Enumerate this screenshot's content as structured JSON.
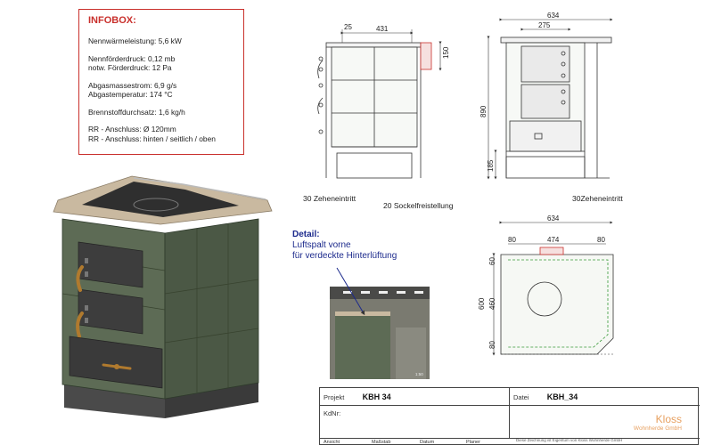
{
  "infobox": {
    "title": "INFOBOX:",
    "lines": [
      "Nennwärmeleistung: 5,6 kW",
      "",
      "Nennförderdruck: 0,12 mb",
      "notw. Förderdruck: 12 Pa",
      "",
      "Abgasmassestrom: 6,9 g/s",
      "Abgastemperatur: 174 °C",
      "",
      "Brennstoffdurchsatz: 1,6 kg/h",
      "",
      "RR - Anschluss: Ø 120mm",
      "RR - Anschluss: hinten / seitlich / oben"
    ]
  },
  "dimensions": {
    "front_top_25": "25",
    "front_top_431": "431",
    "front_side_150": "150",
    "side_634": "634",
    "side_275": "275",
    "side_890": "890",
    "side_185": "185",
    "plan_634": "634",
    "plan_80_left": "80",
    "plan_474": "474",
    "plan_80_right": "80",
    "plan_600": "600",
    "plan_60_top": "60",
    "plan_460": "460",
    "plan_80_bottom": "80"
  },
  "labels": {
    "front_bottom_left": "30 Zeheneintritt",
    "front_bottom_center": "20 Sockelfreistellung",
    "side_bottom_right": "30Zeheneintritt",
    "scale_mark": "1:50"
  },
  "detail": {
    "heading": "Detail:",
    "line1": "Luftspalt vorne",
    "line2": "für verdeckte Hinterlüftung"
  },
  "titleblock": {
    "projekt_label": "Projekt",
    "projekt_value": "KBH 34",
    "datei_label": "Datei",
    "datei_value": "KBH_34",
    "kdnr_label": "KdNr:",
    "col1": "Ansicht",
    "col2": "Maßstab",
    "col3": "Datum",
    "col4": "Planer",
    "logo_name": "Kloss",
    "logo_sub": "Wohnherde GmbH",
    "copyright": "Diese Zeichnung ist Eigentum von Kloss Wohnherde GmbH"
  },
  "colors": {
    "tile_green": "#5d6b55",
    "tile_green_dark": "#4b5845",
    "stone_top": "#c9b9a0",
    "cast_iron": "#3f3f3f",
    "red_accent": "#c9302c",
    "detail_blue": "#1c2a8c",
    "logo_orange": "#e7a060"
  }
}
